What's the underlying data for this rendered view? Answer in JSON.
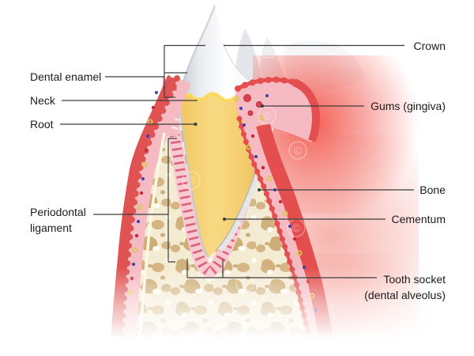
{
  "figure": {
    "type": "anatomical-diagram",
    "subject": "Tooth anatomy cross-section",
    "watermark_symbol": "©",
    "labels": [
      {
        "id": "dental-enamel",
        "lines": [
          "Dental enamel"
        ]
      },
      {
        "id": "neck",
        "lines": [
          "Neck"
        ]
      },
      {
        "id": "root",
        "lines": [
          "Root"
        ]
      },
      {
        "id": "periodontal-ligament",
        "lines": [
          "Periodontal",
          "ligament"
        ]
      },
      {
        "id": "crown",
        "lines": [
          "Crown"
        ]
      },
      {
        "id": "gums-gingiva",
        "lines": [
          "Gums (gingiva)"
        ]
      },
      {
        "id": "bone",
        "lines": [
          "Bone"
        ]
      },
      {
        "id": "cementum",
        "lines": [
          "Cementum"
        ]
      },
      {
        "id": "tooth-socket",
        "lines": [
          "Tooth socket",
          "(dental alveolus)"
        ]
      }
    ],
    "colors": {
      "background": "#ffffff",
      "enamel": "#ffffff",
      "enamel_shade": "#c6ccd4",
      "dentin_yellow": "#f5cd68",
      "gum_red": "#e05050",
      "gum_pink": "#f6bac3",
      "bone_cream": "#f4ebd3",
      "bone_tan": "#c9a368",
      "ligament_pink": "#f8cad2",
      "ligament_stripe": "#dc6078",
      "cementum_grey": "#b6bdc5",
      "vessel_red": "#c62a38",
      "vessel_blue": "#3c3fae",
      "vessel_yellow": "#d9c84f",
      "label_text": "#1b1b1b",
      "leader_line": "#3c3c3c"
    }
  }
}
